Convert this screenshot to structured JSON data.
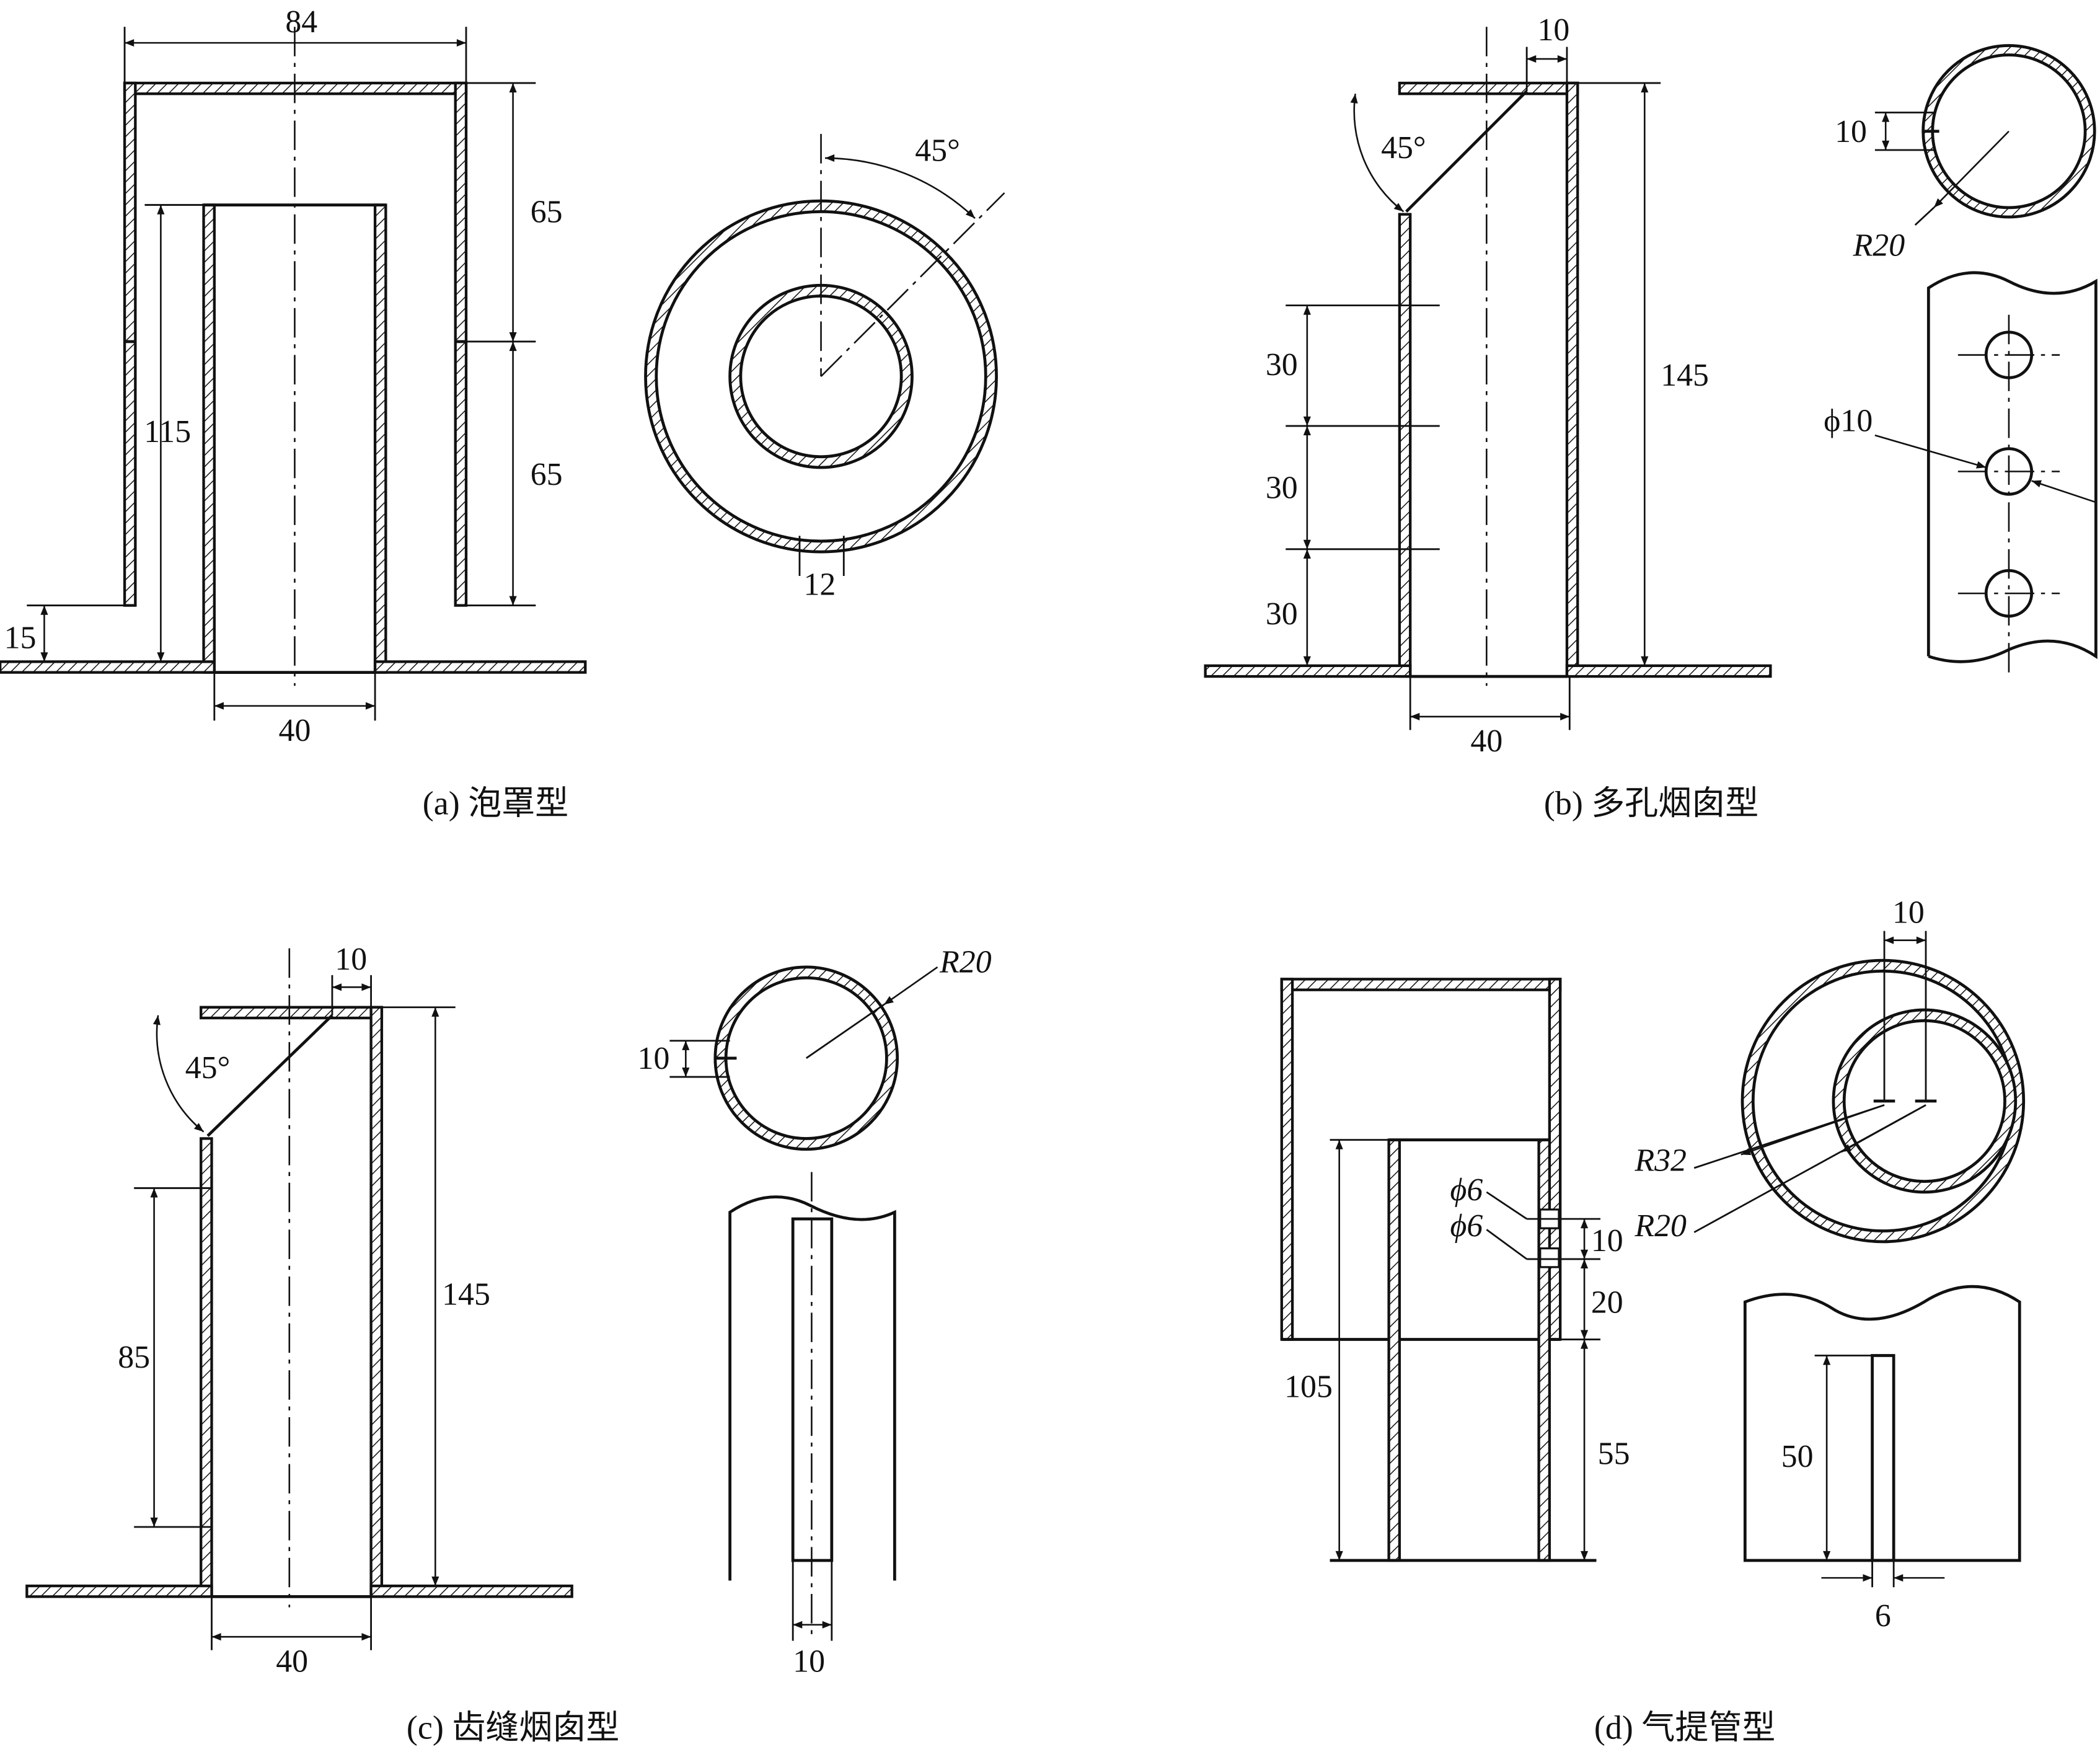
{
  "panels": {
    "a": {
      "caption": "(a) 泡罩型",
      "dims": {
        "width": "84",
        "upper": "65",
        "lower": "65",
        "riser": "115",
        "gap": "15",
        "diameter": "40",
        "angle": "45°",
        "slot": "12"
      }
    },
    "b": {
      "caption": "(b) 多孔烟囱型",
      "dims": {
        "offset": "10",
        "height": "145",
        "s1": "30",
        "s2": "30",
        "s3": "30",
        "diameter": "40",
        "angle": "45°",
        "hole_off": "10",
        "radius": "R20",
        "hole": "ϕ10"
      }
    },
    "c": {
      "caption": "(c) 齿缝烟囱型",
      "dims": {
        "offset": "10",
        "height": "145",
        "slot_len": "85",
        "diameter": "40",
        "angle": "45°",
        "radius": "R20",
        "slot_off": "10",
        "slot_w": "10"
      }
    },
    "d": {
      "caption": "(d) 气提管型",
      "dims": {
        "top10": "10",
        "r32": "R32",
        "r20": "R20",
        "phi1": "ϕ6",
        "phi2": "ϕ6",
        "d10": "10",
        "d20": "20",
        "h105": "105",
        "h55": "55",
        "slot_len": "50",
        "slot_w": "6"
      }
    }
  }
}
